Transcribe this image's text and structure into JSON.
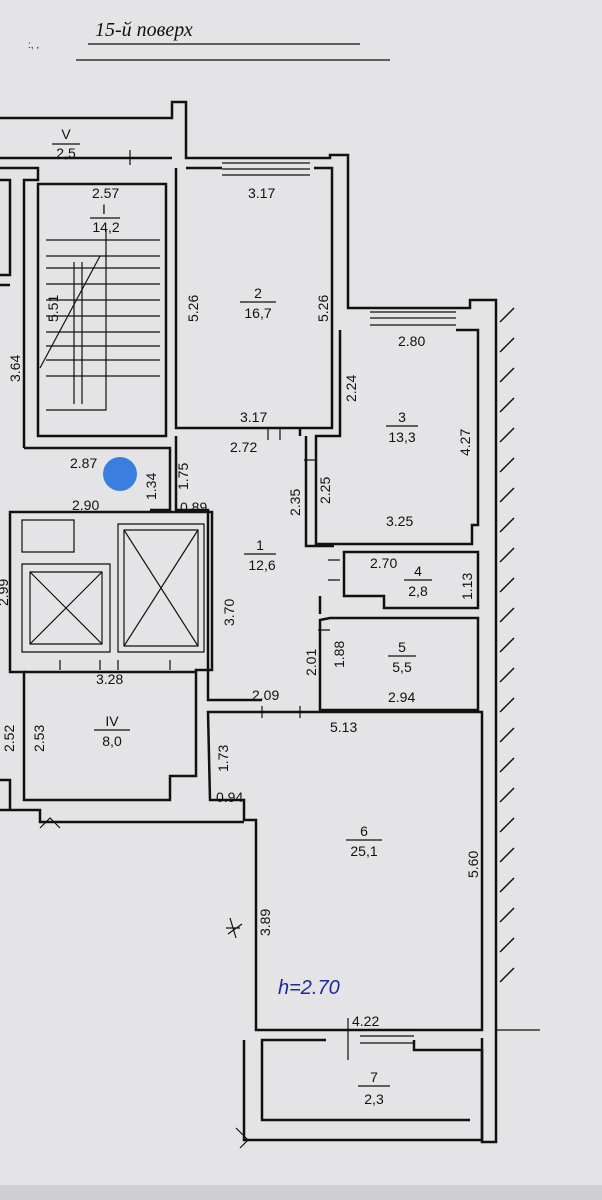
{
  "floor_title": "15-й поверх",
  "corner_mark": ":,  ,",
  "ceiling_height_note": "h=2.70",
  "marker_color": "#3a7fe0",
  "rooms": [
    {
      "id": "V",
      "area": "2,5"
    },
    {
      "id": "I",
      "area": "14,2"
    },
    {
      "id": "2",
      "area": "16,7"
    },
    {
      "id": "3",
      "area": "13,3"
    },
    {
      "id": "1",
      "area": "12,6"
    },
    {
      "id": "4",
      "area": "2,8"
    },
    {
      "id": "5",
      "area": "5,5"
    },
    {
      "id": "IV",
      "area": "8,0"
    },
    {
      "id": "6",
      "area": "25,1"
    },
    {
      "id": "7",
      "area": "2,3"
    }
  ],
  "dimensions": [
    "2.57",
    "5.51",
    "3.64",
    "3.17",
    "5.26",
    "5.26",
    "2.80",
    "2.24",
    "4.27",
    "3.17",
    "2.72",
    "2.87",
    "1.34",
    "1.75",
    "2.35",
    "2.25",
    "2.90",
    "0.89",
    "3.25",
    "2.70",
    "1.13",
    "2.99",
    "3.70",
    "2.01",
    "1.88",
    "3.28",
    "2.09",
    "2.94",
    "5.13",
    "2.52",
    "2.53",
    "1.73",
    "0.94",
    "3.89",
    "5.60",
    "4.22"
  ]
}
